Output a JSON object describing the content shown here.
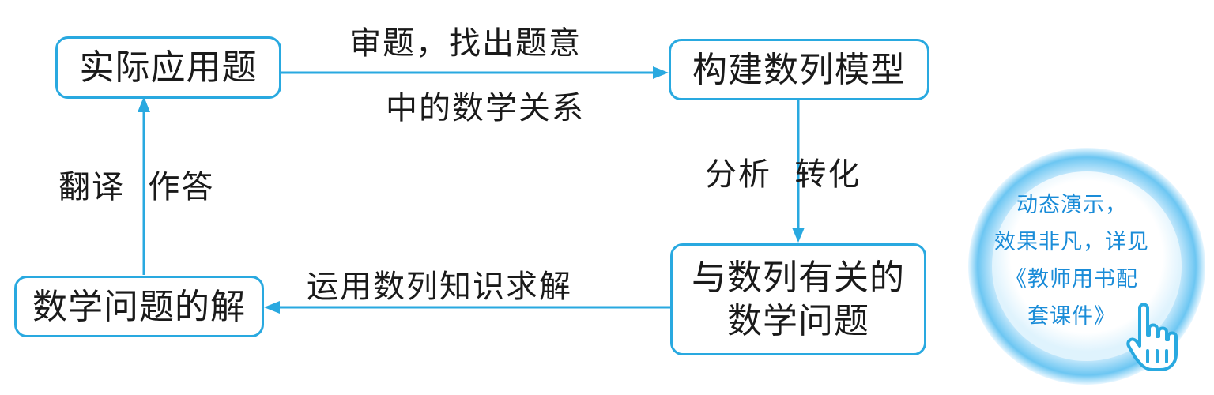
{
  "nodes": {
    "real_problem": "实际应用题",
    "build_model": "构建数列模型",
    "math_problem_line1": "与数列有关的",
    "math_problem_line2": "数学问题",
    "math_solution": "数学问题的解"
  },
  "edges": {
    "top_line1": "审题，找出题意",
    "top_line2": "中的数学关系",
    "right": "分析  转化",
    "bottom": "运用数列知识求解",
    "left": "翻译  作答"
  },
  "badge": {
    "line1": "动态演示，",
    "line2": "效果非凡，详见",
    "line3": "《教师用书配",
    "line4": "套课件》"
  },
  "colors": {
    "accent": "#29a9e0",
    "badge_text": "#1a8cd8",
    "text": "#1a1a1a"
  },
  "icons": {
    "badge_pointer": "pointing-hand-icon"
  }
}
